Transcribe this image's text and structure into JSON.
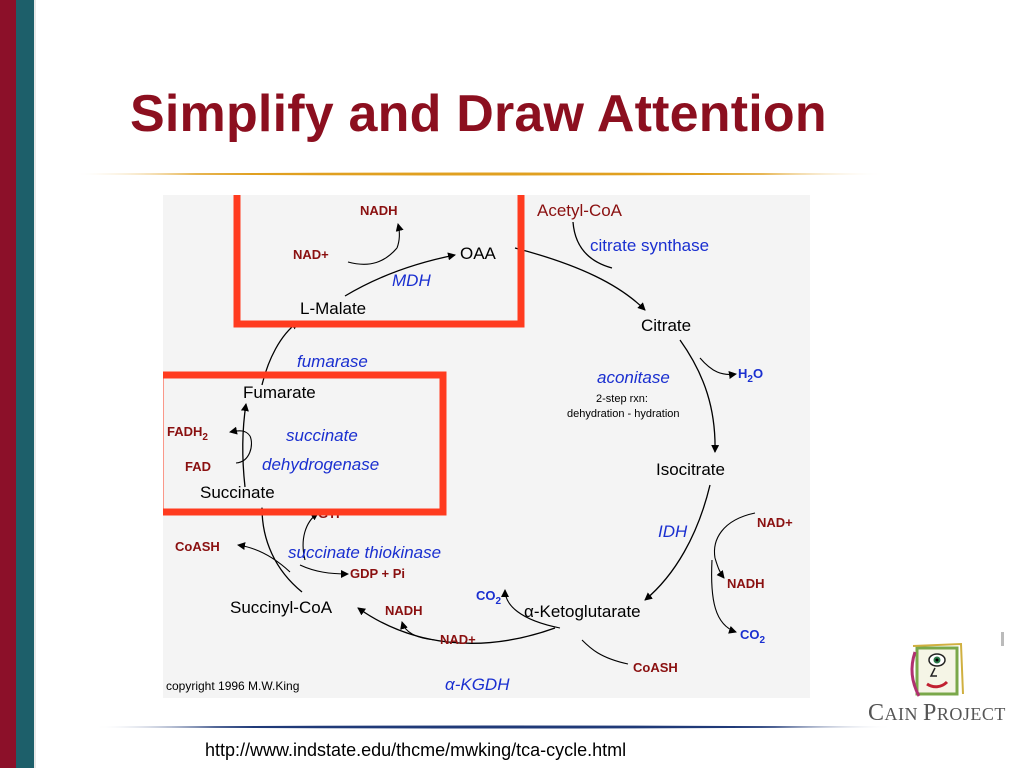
{
  "slide": {
    "title": "Simplify and Draw Attention",
    "source_url": "http://www.indstate.edu/thcme/mwking/tca-cycle.html",
    "colors": {
      "title": "#8c0f1f",
      "accent_bar_red": "#8c1029",
      "accent_bar_teal": "#1d5f6a",
      "highlight_box": "#ff3b1f",
      "rule_gold": "#e0a020",
      "rule_navy": "#203a78"
    }
  },
  "diagram": {
    "metabolites": {
      "acetyl_coa": "Acetyl-CoA",
      "citrate": "Citrate",
      "isocitrate": "Isocitrate",
      "ketoglutarate": "α-Ketoglutarate",
      "succinyl_coa": "Succinyl-CoA",
      "succinate": "Succinate",
      "fumarate": "Fumarate",
      "malate": "L-Malate",
      "oaa": "OAA"
    },
    "enzymes": {
      "citrate_synthase": "citrate synthase",
      "aconitase": "aconitase",
      "idh": "IDH",
      "kgdh": "α-KGDH",
      "thiokinase": "succinate thiokinase",
      "sdh_line1": "succinate",
      "sdh_line2": "dehydrogenase",
      "fumarase": "fumarase",
      "mdh": "MDH"
    },
    "cofactors": {
      "mdh_nad": "NAD+",
      "mdh_nadh": "NADH",
      "h2o": "H",
      "h2o_sub": "2",
      "h2o_o": "O",
      "idh_nad": "NAD+",
      "idh_nadh": "NADH",
      "idh_co2": "CO",
      "idh_co2_sub": "2",
      "kg_co2": "CO",
      "kg_co2_sub": "2",
      "kgdh_coash": "CoASH",
      "kgdh_nad": "NAD+",
      "kgdh_nadh": "NADH",
      "stk_gtp": "GTP",
      "stk_gdp": "GDP + Pi",
      "stk_coash": "CoASH",
      "sdh_fadh": "FADH",
      "sdh_fadh_sub": "2",
      "sdh_fad": "FAD"
    },
    "notes": {
      "aconitase_line1": "2-step rxn:",
      "aconitase_line2": "dehydration - hydration"
    },
    "copyright": "copyright 1996 M.W.King"
  },
  "logo": {
    "name_big_1": "C",
    "name_small_1": "AIN ",
    "name_big_2": "P",
    "name_small_2": "ROJECT"
  }
}
